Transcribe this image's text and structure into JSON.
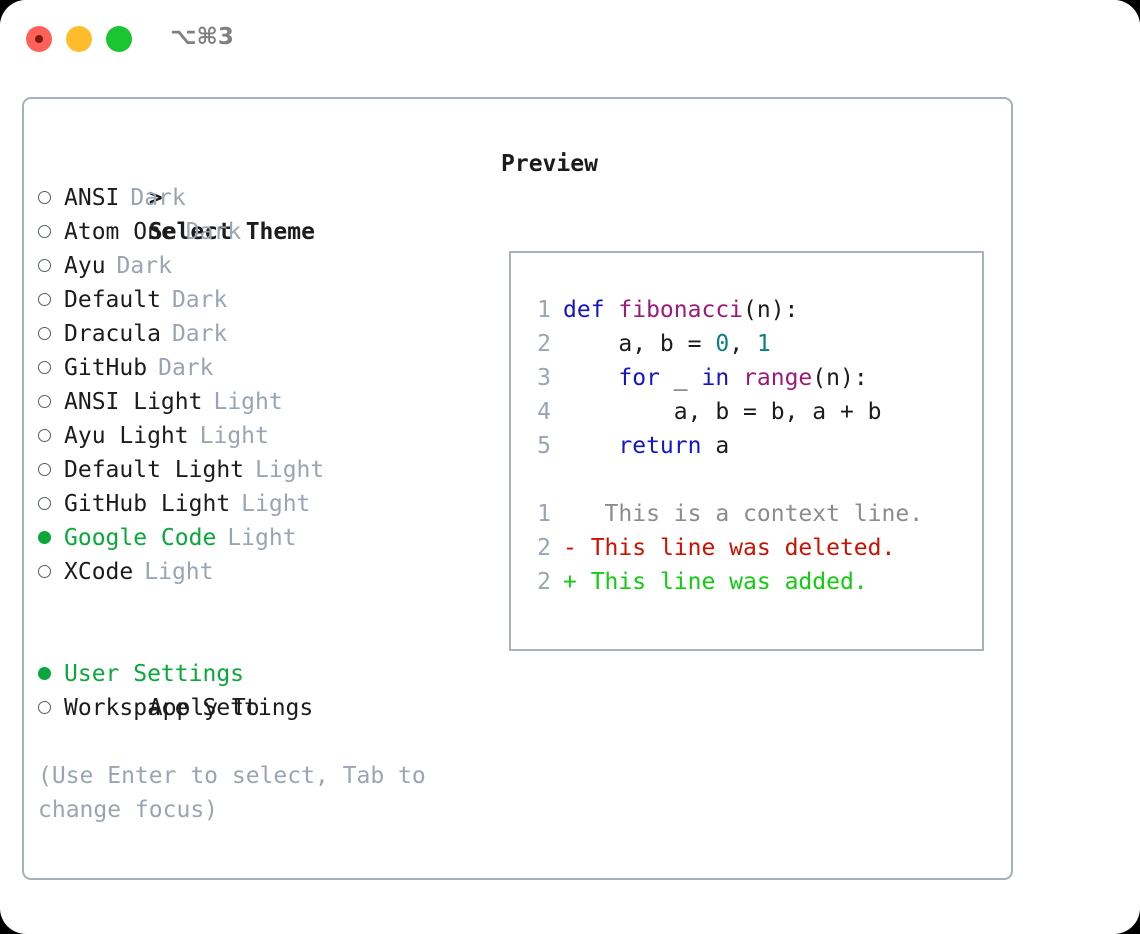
{
  "titlebar": {
    "shortcut": "⌥⌘3",
    "buttons": {
      "close": "close",
      "minimize": "minimize",
      "maximize": "maximize"
    }
  },
  "theme_picker": {
    "prompt_marker": ">",
    "header": "Select Theme",
    "items": [
      {
        "marker": "o",
        "selected": false,
        "name": "ANSI",
        "tag": "Dark"
      },
      {
        "marker": "o",
        "selected": false,
        "name": "Atom One",
        "tag": "Dark"
      },
      {
        "marker": "o",
        "selected": false,
        "name": "Ayu",
        "tag": "Dark"
      },
      {
        "marker": "o",
        "selected": false,
        "name": "Default",
        "tag": "Dark"
      },
      {
        "marker": "o",
        "selected": false,
        "name": "Dracula",
        "tag": "Dark"
      },
      {
        "marker": "o",
        "selected": false,
        "name": "GitHub",
        "tag": "Dark"
      },
      {
        "marker": "o",
        "selected": false,
        "name": "ANSI Light",
        "tag": "Light"
      },
      {
        "marker": "o",
        "selected": false,
        "name": "Ayu Light",
        "tag": "Light"
      },
      {
        "marker": "o",
        "selected": false,
        "name": "Default Light",
        "tag": "Light"
      },
      {
        "marker": "o",
        "selected": false,
        "name": "GitHub Light",
        "tag": "Light"
      },
      {
        "marker": "●",
        "selected": true,
        "name": "Google Code",
        "tag": "Light"
      },
      {
        "marker": "o",
        "selected": false,
        "name": "XCode",
        "tag": "Light"
      }
    ]
  },
  "apply_to": {
    "header": "Apply To",
    "options": [
      {
        "marker": "●",
        "selected": true,
        "name": "User Settings"
      },
      {
        "marker": "o",
        "selected": false,
        "name": "Workspace Settings"
      }
    ]
  },
  "hint": "(Use Enter to select, Tab to change focus)",
  "preview": {
    "title": "Preview",
    "code_lines": [
      {
        "num": "1",
        "tokens": [
          {
            "t": "def ",
            "c": "kw"
          },
          {
            "t": "fibonacci",
            "c": "fn"
          },
          {
            "t": "(n):",
            "c": "pln"
          }
        ]
      },
      {
        "num": "2",
        "tokens": [
          {
            "t": "    a, b = ",
            "c": "pln"
          },
          {
            "t": "0",
            "c": "num"
          },
          {
            "t": ", ",
            "c": "pln"
          },
          {
            "t": "1",
            "c": "num"
          }
        ]
      },
      {
        "num": "3",
        "tokens": [
          {
            "t": "    ",
            "c": "pln"
          },
          {
            "t": "for",
            "c": "kw"
          },
          {
            "t": " _ ",
            "c": "pln"
          },
          {
            "t": "in",
            "c": "kw"
          },
          {
            "t": " ",
            "c": "pln"
          },
          {
            "t": "range",
            "c": "fn"
          },
          {
            "t": "(n):",
            "c": "pln"
          }
        ]
      },
      {
        "num": "4",
        "tokens": [
          {
            "t": "        a, b = b, a + b",
            "c": "pln"
          }
        ]
      },
      {
        "num": "5",
        "tokens": [
          {
            "t": "    ",
            "c": "pln"
          },
          {
            "t": "return",
            "c": "kw"
          },
          {
            "t": " a",
            "c": "pln"
          }
        ]
      }
    ],
    "diff_lines": [
      {
        "num": "1",
        "sign": " ",
        "text": "  This is a context line.",
        "kind": "ctx"
      },
      {
        "num": "2",
        "sign": "-",
        "text": " This line was deleted.",
        "kind": "del"
      },
      {
        "num": "2",
        "sign": "+",
        "text": " This line was added.",
        "kind": "add"
      }
    ]
  },
  "colors": {
    "accent_green": "#0aa83a",
    "muted": "#9aa5b4",
    "border": "#a7b0bc",
    "keyword": "#1414c8",
    "function": "#9b1a7a",
    "number": "#0e7f7f",
    "diff_delete": "#cc1100",
    "diff_add": "#11cc11"
  }
}
